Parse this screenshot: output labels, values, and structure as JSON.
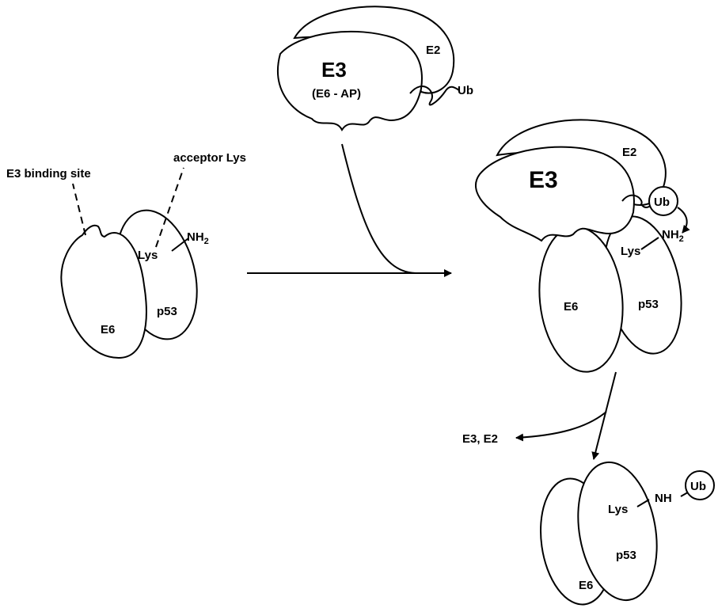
{
  "labels": {
    "e3_binding_site": "E3 binding site",
    "acceptor_lys": "acceptor Lys",
    "lys": "Lys",
    "nh": "NH",
    "nh2_sub": "2",
    "e6": "E6",
    "p53": "p53",
    "e3": "E3",
    "e6_ap": "(E6 - AP)",
    "e2": "E2",
    "ub": "Ub",
    "released": "E3, E2"
  }
}
